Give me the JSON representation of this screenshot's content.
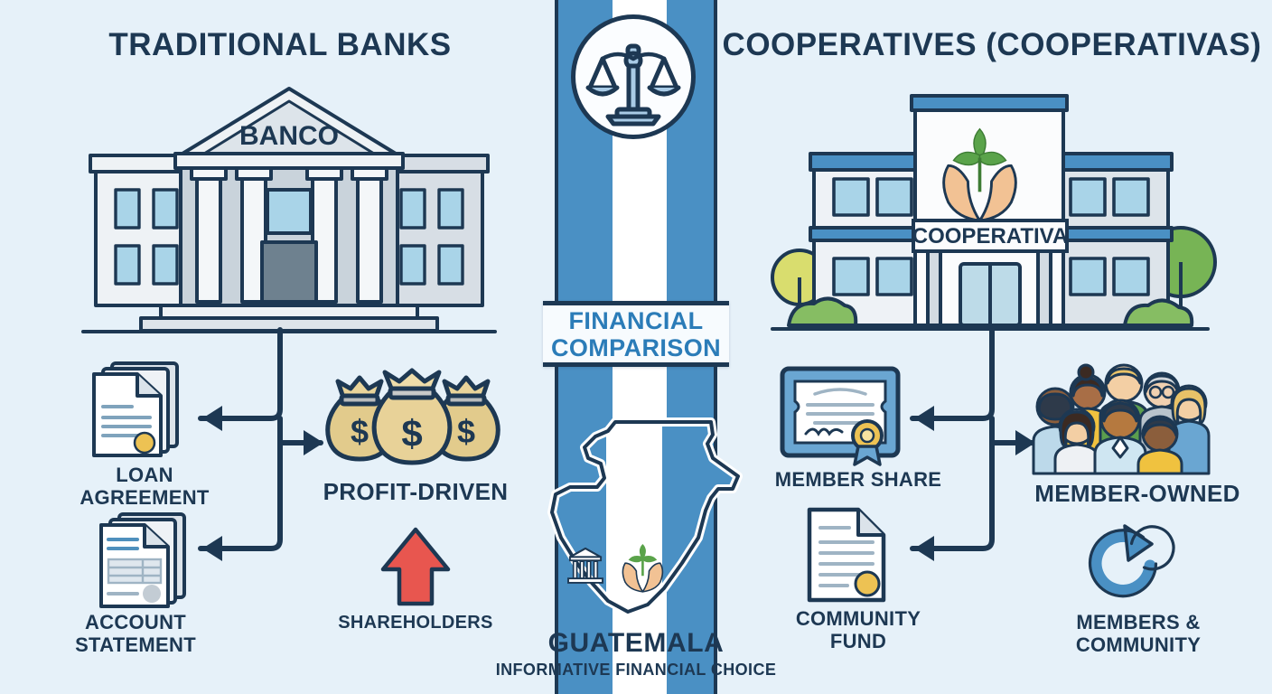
{
  "page": {
    "background_color": "#e6f1f9",
    "ink_color": "#1d3853",
    "accent_blue": "#4a90c4",
    "banner_text_color": "#2b7cb8",
    "gold_color": "#e8c86a",
    "red_color": "#e8564f"
  },
  "left_column": {
    "title": "TRADITIONAL BANKS",
    "building_sign": "BANCO",
    "items": [
      {
        "id": "loan-agreement",
        "label_line1": "LOAN",
        "label_line2": "AGREEMENT",
        "icon": "documents-icon"
      },
      {
        "id": "account-statement",
        "label_line1": "ACCOUNT",
        "label_line2": "STATEMENT",
        "icon": "documents-icon"
      }
    ],
    "outcome": {
      "label": "PROFIT-DRIVEN",
      "icon": "money-bags-icon"
    },
    "beneficiary": {
      "label": "SHAREHOLDERS",
      "icon": "up-arrow-icon"
    }
  },
  "center_column": {
    "title_line1": "FINANCIAL",
    "title_line2": "COMPARISON",
    "emblem_icon": "scales-of-justice-icon",
    "flag_colors": [
      "#4a90c4",
      "#ffffff",
      "#4a90c4"
    ],
    "map_icons": [
      "bank-building-icon",
      "hands-plant-icon"
    ],
    "country": "GUATEMALA",
    "subtitle": "INFORMATIVE FINANCIAL CHOICE"
  },
  "right_column": {
    "title": "COOPERATIVES (COOPERATIVAS)",
    "building_sign": "COOPERATIVA",
    "building_emblem_icon": "hands-plant-icon",
    "items": [
      {
        "id": "member-share",
        "label_line1": "MEMBER SHARE",
        "label_line2": "",
        "icon": "certificate-icon"
      },
      {
        "id": "community-fund",
        "label_line1": "COMMUNITY",
        "label_line2": "FUND",
        "icon": "document-seal-icon"
      }
    ],
    "outcome": {
      "label": "MEMBER-OWNED",
      "icon": "people-group-icon"
    },
    "beneficiary": {
      "label_line1": "MEMBERS &",
      "label_line2": "COMMUNITY",
      "icon": "circular-arrow-icon"
    }
  }
}
